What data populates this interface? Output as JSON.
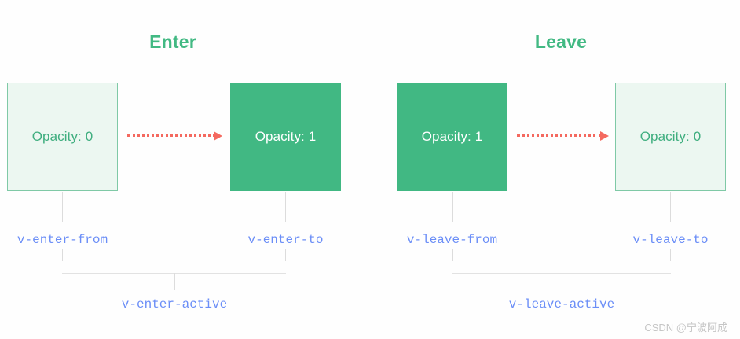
{
  "diagram": {
    "sections": [
      {
        "title": "Enter"
      },
      {
        "title": "Leave"
      }
    ],
    "boxes": [
      {
        "label": "Opacity: 0",
        "state": "faded"
      },
      {
        "label": "Opacity: 1",
        "state": "solid"
      },
      {
        "label": "Opacity: 1",
        "state": "solid"
      },
      {
        "label": "Opacity: 0",
        "state": "faded"
      }
    ],
    "class_labels": [
      "v-enter-from",
      "v-enter-to",
      "v-leave-from",
      "v-leave-to"
    ],
    "active_labels": [
      "v-enter-active",
      "v-leave-active"
    ],
    "arrows": [
      {
        "name": "enter-transition-arrow",
        "style": "dotted",
        "direction": "right"
      },
      {
        "name": "leave-transition-arrow",
        "style": "dotted",
        "direction": "right"
      }
    ]
  },
  "colors": {
    "title_green": "#42b983",
    "box_solid": "#41b883",
    "box_faded_bg": "#ecf7f1",
    "box_faded_border": "#7fc9a6",
    "arrow_red": "#f4695f",
    "code_blue": "#6b8ef7",
    "connector_grey": "#dcdcdc",
    "background": "#fefefe"
  },
  "watermark": {
    "text": "CSDN @宁波阿成"
  }
}
